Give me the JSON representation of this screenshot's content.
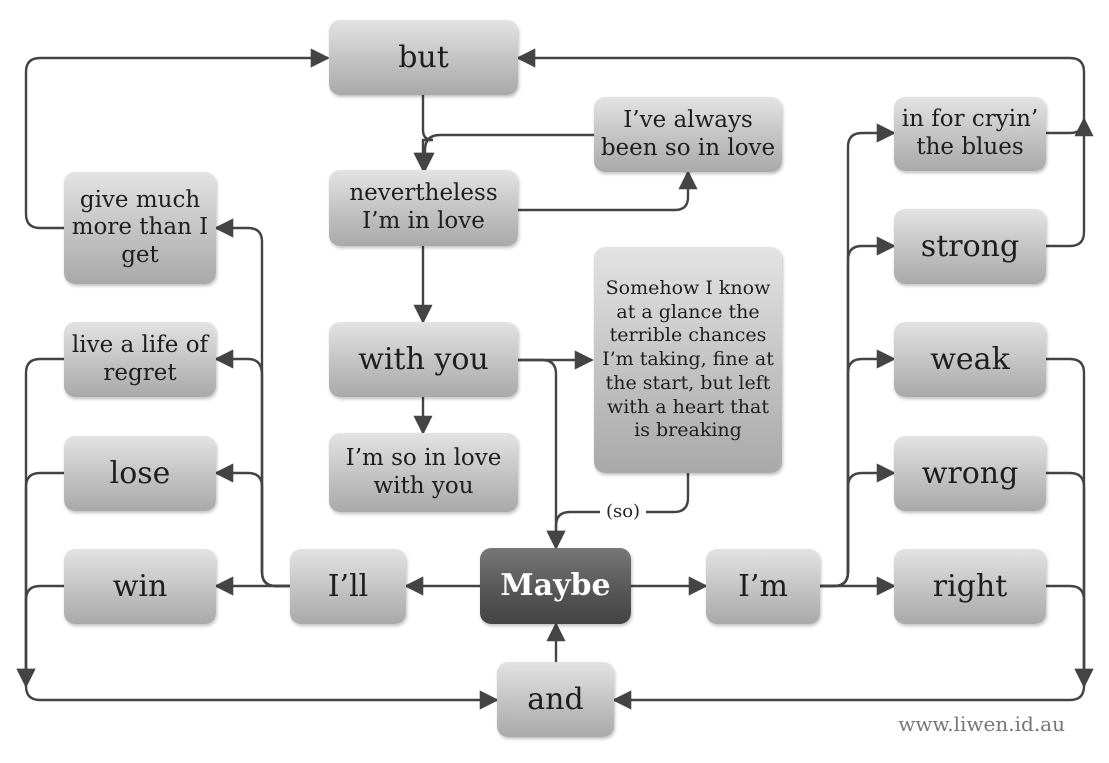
{
  "nodes": {
    "but": "but",
    "nevertheless": "nevertheless\nI’m in love",
    "always": "I’ve always\nbeen so in love",
    "with_you": "with you",
    "so_in_love": "I’m so in love\nwith you",
    "somehow": "Somehow I know\nat a glance the\nterrible chances\nI’m taking, fine at\nthe start, but left\nwith a heart that\nis breaking",
    "give_much": "give much\nmore than I\nget",
    "live_life": "live a life of\nregret",
    "lose": "lose",
    "win": "win",
    "ill": "I’ll",
    "maybe": "Maybe",
    "im": "I’m",
    "in_for": "in for cryin’\nthe blues",
    "strong": "strong",
    "weak": "weak",
    "wrong": "wrong",
    "right": "right",
    "and": "and"
  },
  "edge_label": "(so)",
  "footer": "www.liwen.id.au",
  "colors": {
    "node": "#c2c2c2",
    "root": "#555555",
    "line": "#444444"
  }
}
